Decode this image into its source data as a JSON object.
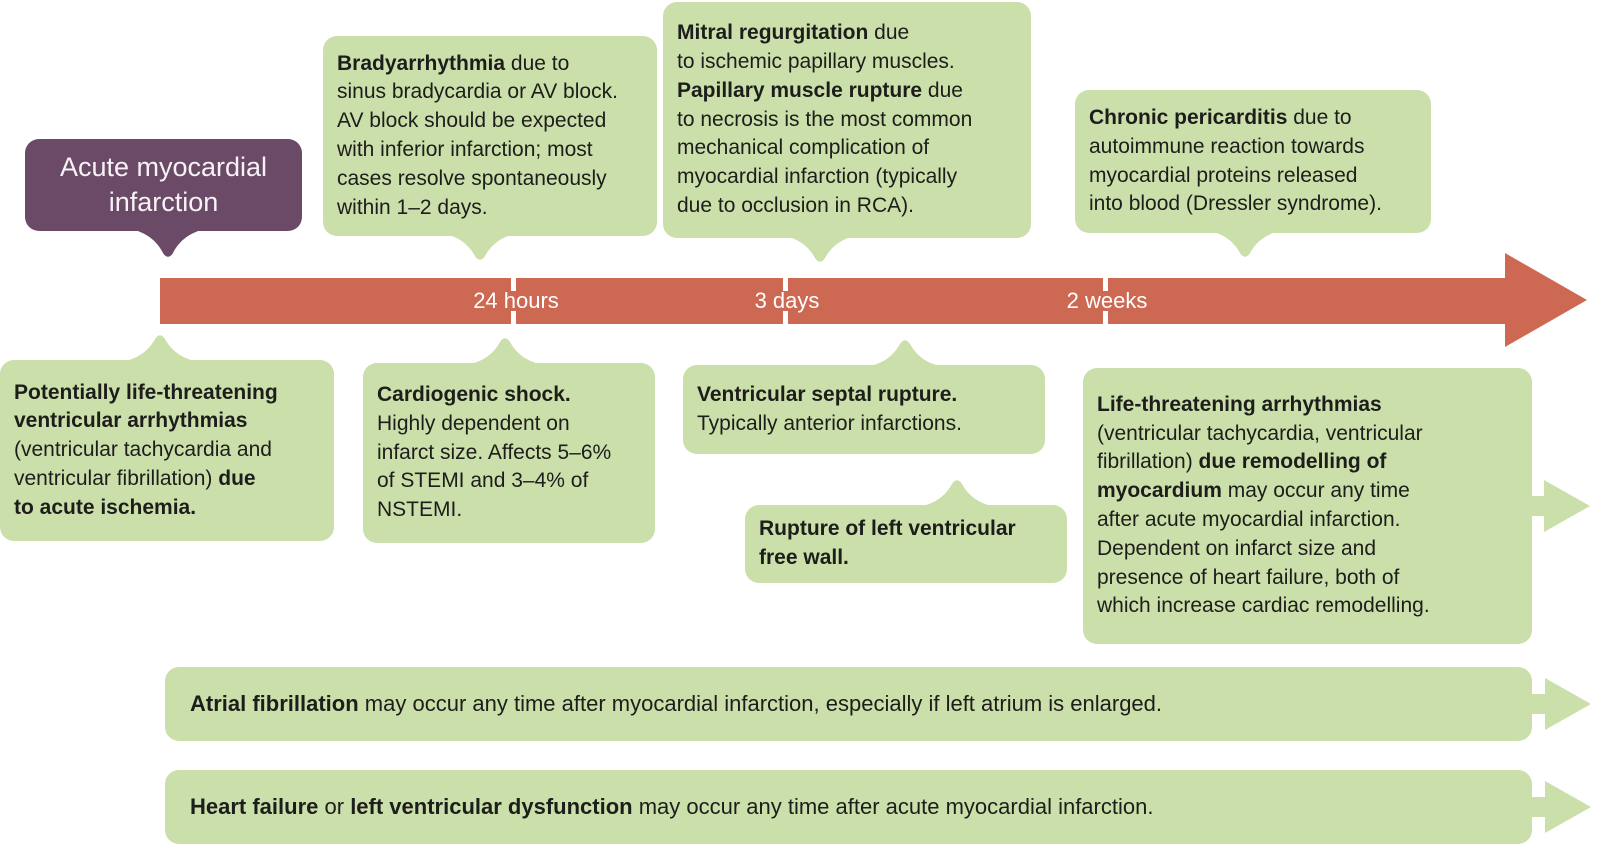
{
  "colors": {
    "green": "#cbdfaa",
    "orange": "#cd6952",
    "purple": "#6b4a67",
    "text": "#1d1d1b",
    "white": "#ffffff"
  },
  "title_box": {
    "text": "Acute myocardial\ninfarction"
  },
  "timeline": {
    "markers": [
      {
        "label": "24 hours"
      },
      {
        "label": "3 days"
      },
      {
        "label": "2 weeks"
      }
    ]
  },
  "callouts": {
    "bradyarrhythmia": {
      "segments": [
        {
          "text": "Bradyarrhythmia",
          "bold": true
        },
        {
          "text": " due to\nsinus bradycardia or AV block.\nAV block should be expected\nwith inferior infarction; most\ncases resolve spontaneously\nwithin 1–2 days.",
          "bold": false
        }
      ]
    },
    "mitral_regurgitation": {
      "segments": [
        {
          "text": "Mitral regurgitation",
          "bold": true
        },
        {
          "text": " due\nto ischemic papillary muscles.\n",
          "bold": false
        },
        {
          "text": "Papillary muscle rupture",
          "bold": true
        },
        {
          "text": " due\nto necrosis is the most common\nmechanical complication of\nmyocardial infarction (typically\ndue to occlusion in RCA).",
          "bold": false
        }
      ]
    },
    "chronic_pericarditis": {
      "segments": [
        {
          "text": "Chronic pericarditis",
          "bold": true
        },
        {
          "text": " due to\nautoimmune reaction towards\nmyocardial proteins released\ninto blood (Dressler syndrome).",
          "bold": false
        }
      ]
    },
    "ventricular_arrhythmias_acute": {
      "segments": [
        {
          "text": "Potentially life-threatening\nventricular arrhythmias",
          "bold": true
        },
        {
          "text": "\n(ventricular tachycardia and\nventricular fibrillation) ",
          "bold": false
        },
        {
          "text": "due\nto acute ischemia.",
          "bold": true
        }
      ]
    },
    "cardiogenic_shock": {
      "segments": [
        {
          "text": "Cardiogenic shock.",
          "bold": true
        },
        {
          "text": "\nHighly dependent on\ninfarct size. Affects 5–6%\nof STEMI and 3–4% of\nNSTEMI.",
          "bold": false
        }
      ]
    },
    "ventricular_septal_rupture": {
      "segments": [
        {
          "text": "Ventricular septal rupture.",
          "bold": true
        },
        {
          "text": "\nTypically anterior infarctions.",
          "bold": false
        }
      ]
    },
    "free_wall_rupture": {
      "segments": [
        {
          "text": "Rupture of left ventricular\nfree wall.",
          "bold": true
        }
      ]
    },
    "late_arrhythmias": {
      "segments": [
        {
          "text": "Life-threatening arrhythmias",
          "bold": true
        },
        {
          "text": "\n(ventricular tachycardia, ventricular\nfibrillation) ",
          "bold": false
        },
        {
          "text": "due remodelling of\nmyocardium",
          "bold": true
        },
        {
          "text": " may occur any time\nafter acute myocardial infarction.\nDependent on infarct size and\npresence of heart failure, both of\nwhich increase cardiac remodelling.",
          "bold": false
        }
      ]
    },
    "atrial_fibrillation": {
      "segments": [
        {
          "text": "Atrial fibrillation",
          "bold": true
        },
        {
          "text": " may occur any time after myocardial infarction, especially if left atrium is enlarged.",
          "bold": false
        }
      ]
    },
    "heart_failure": {
      "segments": [
        {
          "text": "Heart failure",
          "bold": true
        },
        {
          "text": " or ",
          "bold": false
        },
        {
          "text": "left ventricular dysfunction",
          "bold": true
        },
        {
          "text": " may occur any time after acute myocardial infarction.",
          "bold": false
        }
      ]
    }
  }
}
